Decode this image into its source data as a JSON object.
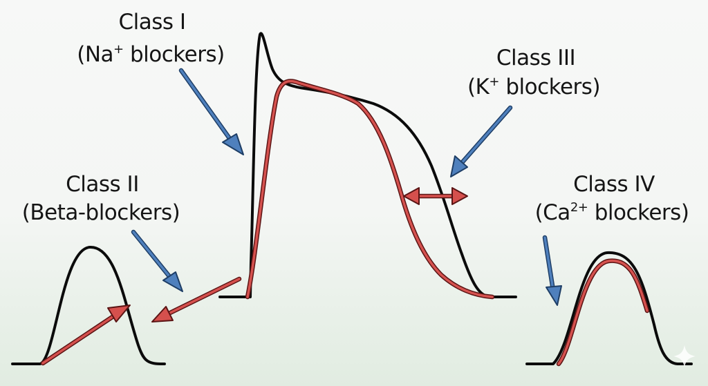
{
  "labels": {
    "class1": {
      "title": "Class I",
      "sub_prefix": "(Na",
      "sup": "+",
      "sub_suffix": " blockers)"
    },
    "class2": {
      "title": "Class II",
      "sub": "(Beta-blockers)"
    },
    "class3": {
      "title": "Class III",
      "sub_prefix": "(K",
      "sup": "+",
      "sub_suffix": " blockers)"
    },
    "class4": {
      "title": "Class IV",
      "sub_prefix": "(Ca",
      "sup": "2+",
      "sub_suffix": " blockers)"
    }
  },
  "colors": {
    "baseline_curve": "#0b0b0b",
    "drug_curve": "#d6524f",
    "blue_arrow": "#4f80bd",
    "red_arrow": "#d5504d"
  },
  "icons": [
    "sparkle-icon"
  ]
}
